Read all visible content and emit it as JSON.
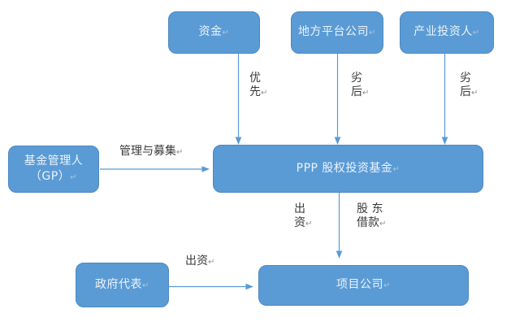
{
  "diagram": {
    "type": "flowchart",
    "topic": "PPP equity investment fund structure",
    "colors": {
      "background": "#ffffff",
      "node_fill": "#5b9bd5",
      "node_border": "#4d88c0",
      "node_text": "#e9f1f9",
      "arrow": "#5b9bd5",
      "label_text": "#3a3a3a",
      "paragraph_mark": "#8f8f8f"
    },
    "pilcrow": "↵",
    "nodes": {
      "funds": {
        "label": "资金"
      },
      "local_platform": {
        "label": "地方平台公司"
      },
      "industrial_investor": {
        "label": "产业投资人"
      },
      "fund_manager": {
        "label_line1": "基金管理人",
        "label_line2": "（GP）"
      },
      "ppp_fund": {
        "label": "PPP 股权投资基金"
      },
      "government_rep": {
        "label": "政府代表"
      },
      "project_company": {
        "label": "项目公司"
      }
    },
    "edge_labels": {
      "priority_line1": "优",
      "priority_line2": "先",
      "subordinate_a_line1": "劣",
      "subordinate_a_line2": "后",
      "subordinate_b_line1": "劣",
      "subordinate_b_line2": "后",
      "manage_and_raise": "管理与募集",
      "contribute_line1": "出",
      "contribute_line2": "资",
      "shareholder_loan_line1": "股 东",
      "shareholder_loan_line2": "借款",
      "contribute_bottom": "出资"
    }
  }
}
